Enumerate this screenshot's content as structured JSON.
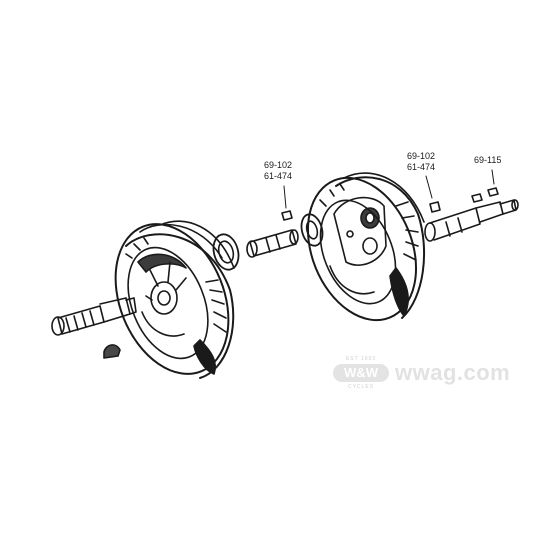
{
  "callouts": [
    {
      "id": "left-stud-nut",
      "lines": [
        "69-102",
        "61-474"
      ]
    },
    {
      "id": "right-stud-nut",
      "lines": [
        "69-102",
        "61-474"
      ]
    },
    {
      "id": "key",
      "lines": [
        "69-115"
      ]
    }
  ],
  "watermark": {
    "est": "EST 1993",
    "brand": "W&W",
    "bottom": "CYCLES",
    "domain": "wwag.com"
  },
  "colors": {
    "ink": "#1a1a1a",
    "paper": "#ffffff",
    "watermark": "#e2e2e2"
  }
}
